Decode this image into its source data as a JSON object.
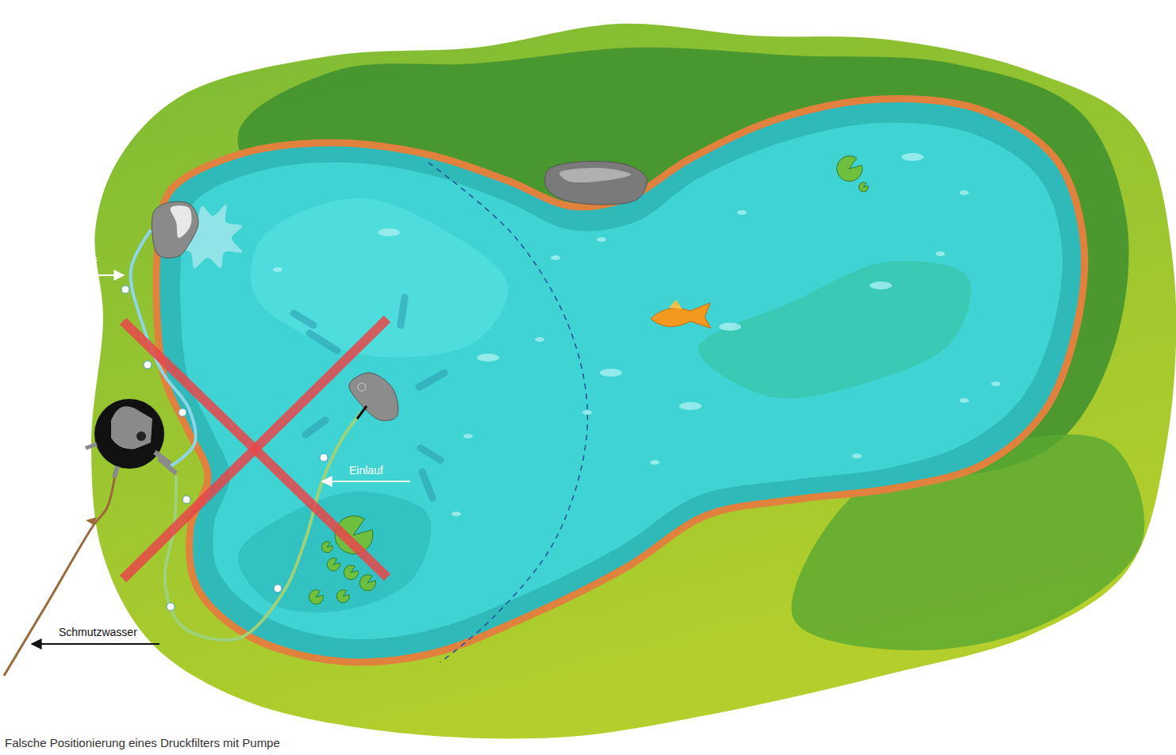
{
  "diagram": {
    "caption": "Falsche Positionierung eines Druckfilters mit Pumpe",
    "labels": [
      "Rücklauf",
      "Einlauf",
      "Schmutzwasser"
    ]
  }
}
